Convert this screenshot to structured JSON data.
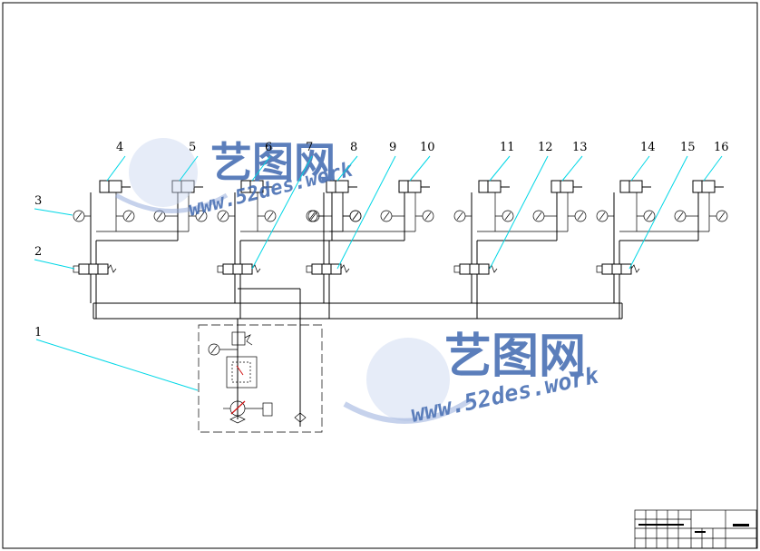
{
  "callouts": [
    {
      "id": "1",
      "label": "1"
    },
    {
      "id": "2",
      "label": "2"
    },
    {
      "id": "3",
      "label": "3"
    },
    {
      "id": "4",
      "label": "4"
    },
    {
      "id": "5",
      "label": "5"
    },
    {
      "id": "6",
      "label": "6"
    },
    {
      "id": "7",
      "label": "7"
    },
    {
      "id": "8",
      "label": "8"
    },
    {
      "id": "9",
      "label": "9"
    },
    {
      "id": "10",
      "label": "10"
    },
    {
      "id": "11",
      "label": "11"
    },
    {
      "id": "12",
      "label": "12"
    },
    {
      "id": "13",
      "label": "13"
    },
    {
      "id": "14",
      "label": "14"
    },
    {
      "id": "15",
      "label": "15"
    },
    {
      "id": "16",
      "label": "16"
    }
  ],
  "watermark": {
    "brand": "艺图网",
    "url": "www.52des.work"
  },
  "colors": {
    "line": "#000000",
    "leader": "#00d7e6",
    "watermark": "#3f68b0"
  }
}
